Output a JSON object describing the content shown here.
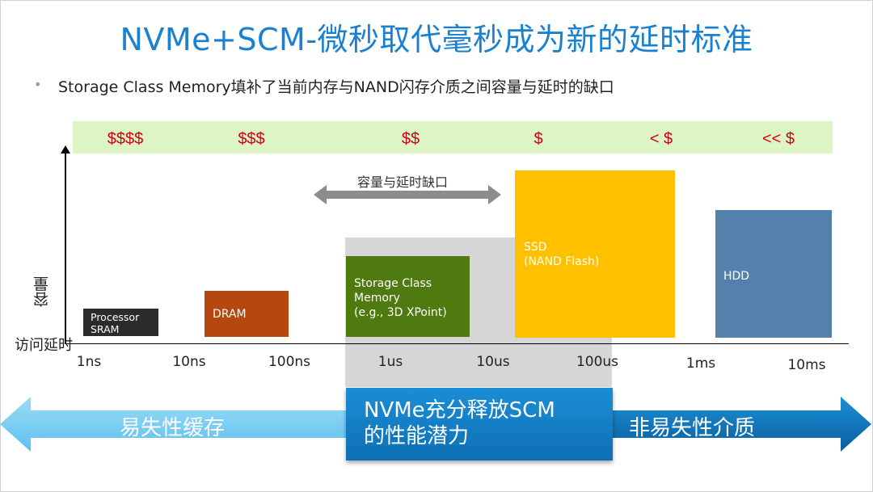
{
  "slide": {
    "title": "NVMe+SCM-微秒取代毫秒成为新的延时标准",
    "bullet": "Storage Class Memory填补了当前内存与NAND闪存介质之间容量与延时的缺口"
  },
  "axes": {
    "y_label": "容量",
    "x_label": "访问延时",
    "x_ticks": [
      "1ns",
      "10ns",
      "100ns",
      "1us",
      "10us",
      "100us",
      "1ms",
      "10ms"
    ]
  },
  "prices": [
    "$$$$",
    "$$$",
    "$$",
    "$",
    "< $",
    "<< $"
  ],
  "tiers": {
    "sram": "Processor\nSRAM",
    "dram": "DRAM",
    "scm": "Storage Class\nMemory\n(e.g., 3D XPoint)",
    "ssd": "SSD\n(NAND Flash)",
    "hdd": "HDD"
  },
  "gap_label": "容量与延时缺口",
  "bands": {
    "volatile": "易失性缓存",
    "nonvolatile": "非易失性介质",
    "nvme": "NVMe充分释放SCM\n的性能潜力"
  },
  "colors": {
    "title": "#1a80d2",
    "price_band": "#dcf5c2",
    "price_text": "#d0021b",
    "sram": "#2b2b2b",
    "dram": "#b5470f",
    "scm": "#4f7a0f",
    "ssd": "#ffc000",
    "hdd": "#5480ab",
    "gray_region": "#d6d6d6",
    "band_light": "#7ccef2",
    "band_dark": "#0e6fb4"
  }
}
